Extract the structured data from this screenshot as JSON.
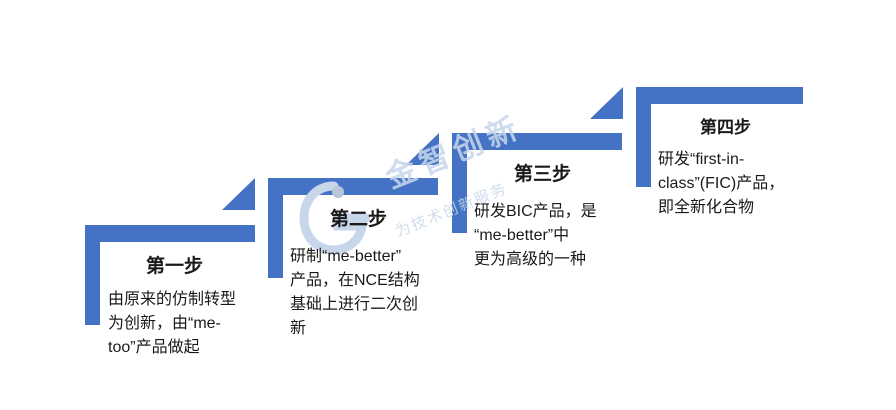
{
  "steps": [
    {
      "title": "第一步",
      "lines": [
        "由原来的仿制转型",
        "为创新，由“me-",
        "too”产品做起"
      ]
    },
    {
      "title": "第二步",
      "lines": [
        "研制“me-better”",
        "产品，在NCE结构",
        "基础上进行二次创",
        "新"
      ]
    },
    {
      "title": "第三步",
      "lines": [
        "研发BIC产品，是",
        "“me-better”中",
        "更为高级的一种"
      ]
    },
    {
      "title": "第四步",
      "lines": [
        "研发“first-in-",
        "class”(FIC)产品，",
        "即全新化合物"
      ]
    }
  ],
  "watermark": {
    "main": "金智创新",
    "sub": "为技术创新服务"
  },
  "colors": {
    "accent": "#4472c4",
    "watermark": "#c8d6ea"
  }
}
